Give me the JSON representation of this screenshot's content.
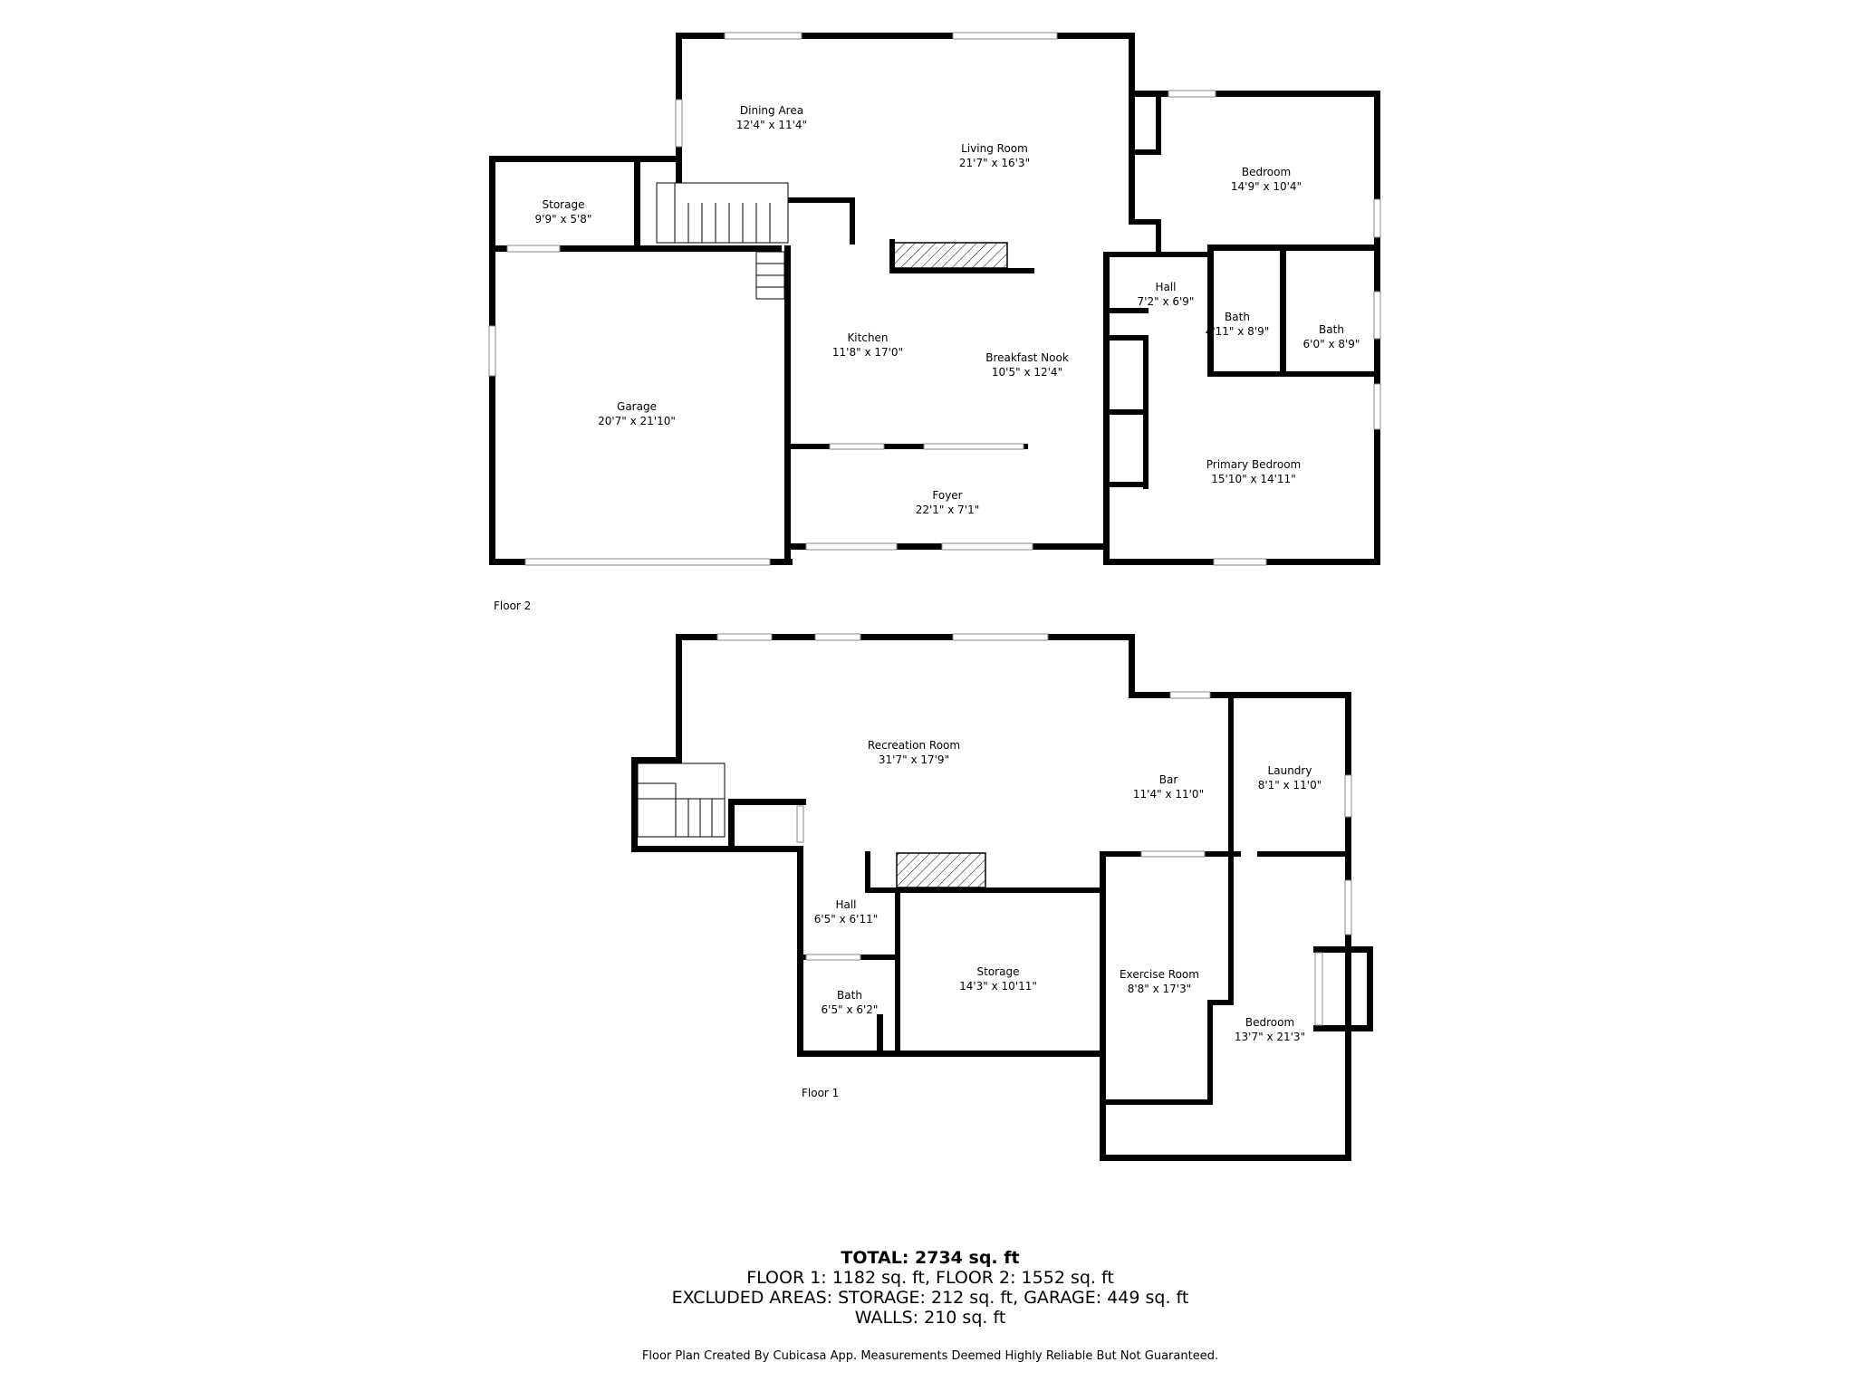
{
  "floors": {
    "floor2": {
      "label": "Floor 2",
      "rooms": {
        "dining_area": {
          "name": "Dining Area",
          "dims": "12'4\" x 11'4\""
        },
        "living_room": {
          "name": "Living Room",
          "dims": "21'7\" x 16'3\""
        },
        "storage": {
          "name": "Storage",
          "dims": "9'9\" x 5'8\""
        },
        "garage": {
          "name": "Garage",
          "dims": "20'7\" x 21'10\""
        },
        "kitchen": {
          "name": "Kitchen",
          "dims": "11'8\" x 17'0\""
        },
        "breakfast_nook": {
          "name": "Breakfast Nook",
          "dims": "10'5\" x 12'4\""
        },
        "foyer": {
          "name": "Foyer",
          "dims": "22'1\" x 7'1\""
        },
        "bedroom": {
          "name": "Bedroom",
          "dims": "14'9\" x 10'4\""
        },
        "hall": {
          "name": "Hall",
          "dims": "7'2\" x 6'9\""
        },
        "bath_a": {
          "name": "Bath",
          "dims": "4'11\" x 8'9\""
        },
        "bath_b": {
          "name": "Bath",
          "dims": "6'0\" x 8'9\""
        },
        "primary_bedroom": {
          "name": "Primary Bedroom",
          "dims": "15'10\" x 14'11\""
        }
      }
    },
    "floor1": {
      "label": "Floor 1",
      "rooms": {
        "recreation_room": {
          "name": "Recreation Room",
          "dims": "31'7\" x 17'9\""
        },
        "bar": {
          "name": "Bar",
          "dims": "11'4\" x 11'0\""
        },
        "laundry": {
          "name": "Laundry",
          "dims": "8'1\" x 11'0\""
        },
        "hall": {
          "name": "Hall",
          "dims": "6'5\" x 6'11\""
        },
        "storage": {
          "name": "Storage",
          "dims": "14'3\" x 10'11\""
        },
        "bath": {
          "name": "Bath",
          "dims": "6'5\" x 6'2\""
        },
        "exercise_room": {
          "name": "Exercise Room",
          "dims": "8'8\" x 17'3\""
        },
        "bedroom": {
          "name": "Bedroom",
          "dims": "13'7\" x 21'3\""
        }
      }
    }
  },
  "summary": {
    "total": "TOTAL: 2734 sq. ft",
    "floors_line": "FLOOR 1: 1182 sq. ft, FLOOR 2: 1552 sq. ft",
    "excluded_line": "EXCLUDED AREAS: STORAGE: 212 sq. ft, GARAGE: 449 sq. ft",
    "walls_line": "WALLS: 210 sq. ft"
  },
  "disclaimer": "Floor Plan Created By Cubicasa App. Measurements Deemed Highly Reliable But Not Guaranteed."
}
